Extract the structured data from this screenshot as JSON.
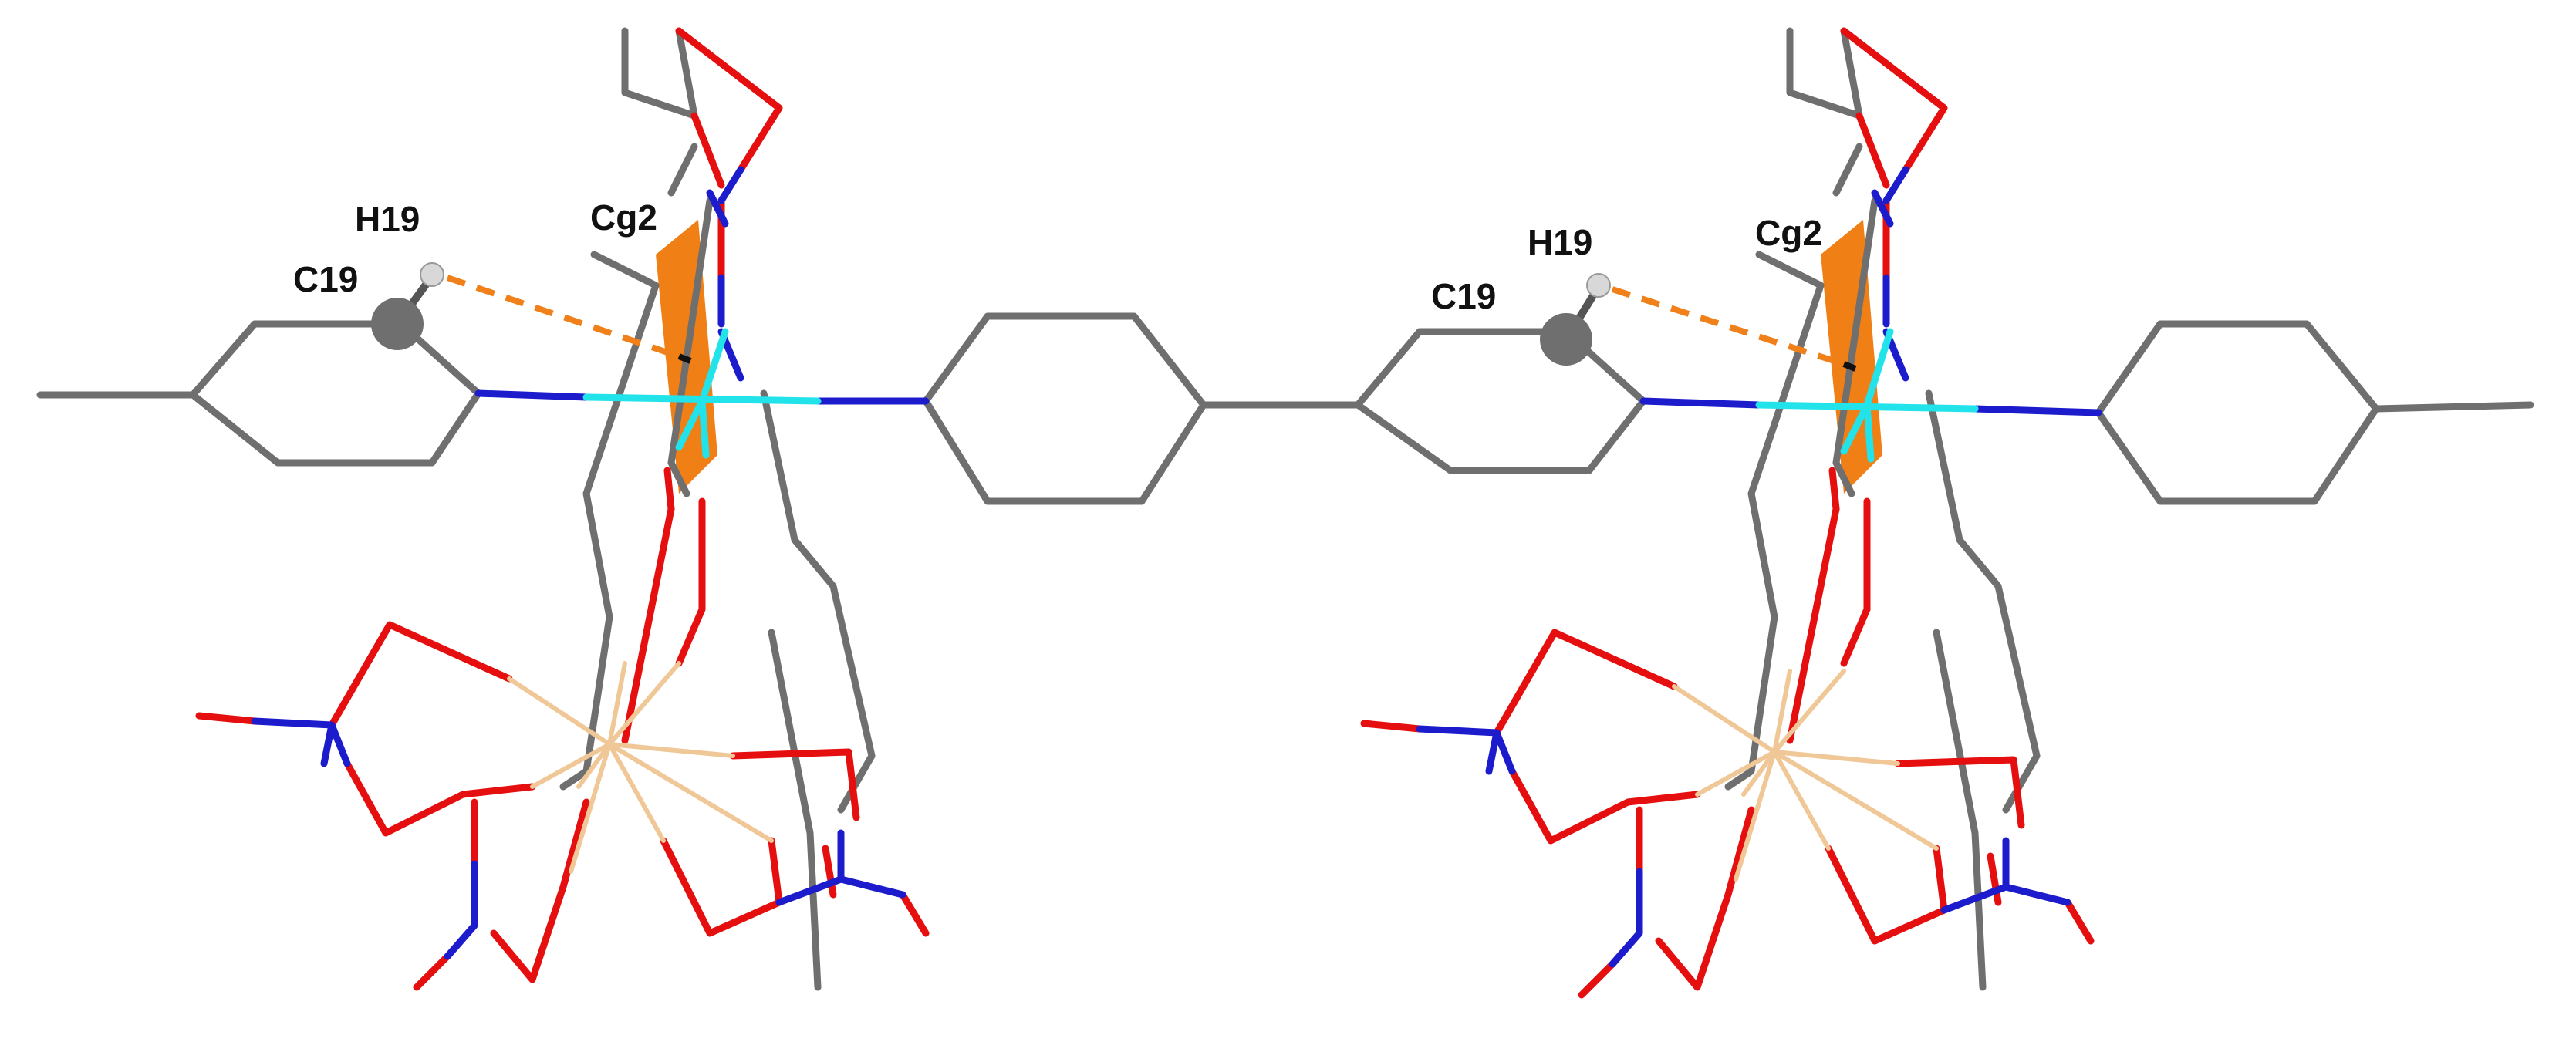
{
  "labels": {
    "h19": "H19",
    "c19": "C19",
    "cg2": "Cg2"
  },
  "colors": {
    "carbon": "#6f6f6f",
    "nitrogen": "#1c1ccc",
    "oxygen": "#e60f0f",
    "metal_bond": "#f0c898",
    "u_bond": "#22e3ea",
    "centroid_plane": "#f07f16",
    "h_bond": "#f0801a",
    "background": "#ffffff"
  }
}
